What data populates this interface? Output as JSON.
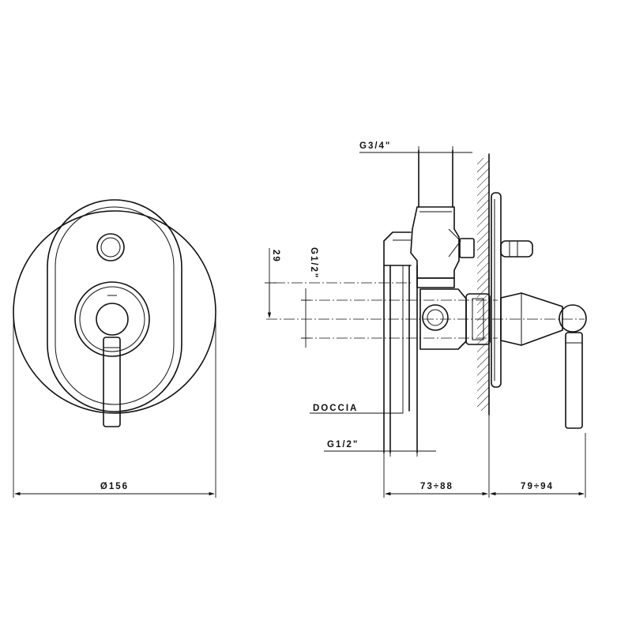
{
  "labels": {
    "diameter": "Ø156",
    "inlet_size": "G3/4\"",
    "outlet_size_top": "G1/2\"",
    "offset": "29",
    "outlet_name": "DOCCIA",
    "outlet_size_bottom": "G1/2\"",
    "depth_range": "73÷88",
    "projection_range": "79÷94"
  }
}
